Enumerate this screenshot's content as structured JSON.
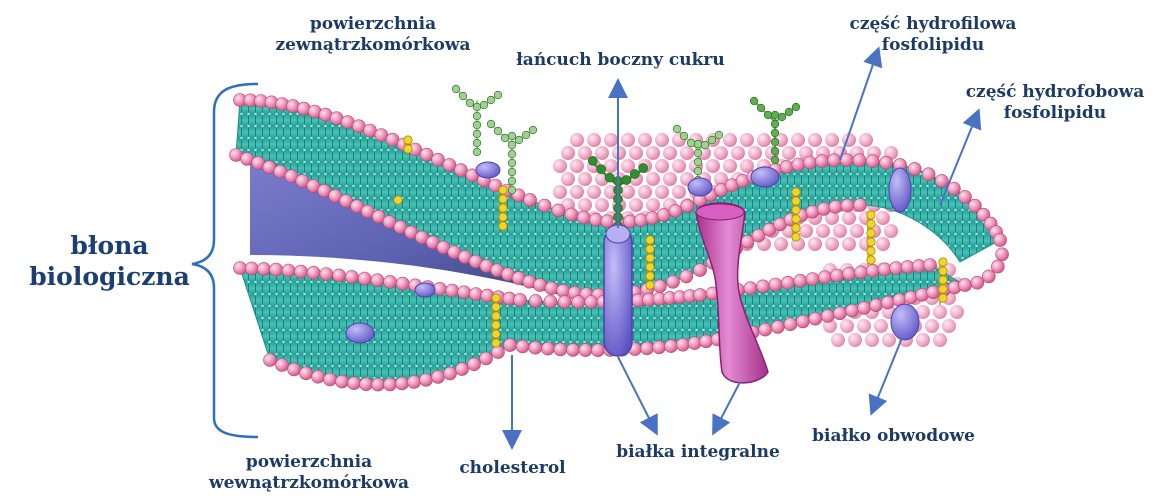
{
  "diagram": {
    "title": "",
    "labels": {
      "membrane": [
        "błona",
        "biologiczna"
      ],
      "outer_surface": [
        "powierzchnia",
        "zewnątrzkomórkowa"
      ],
      "sugar_chain": "łańcuch boczny cukru",
      "hydrophilic": [
        "część hydrofilowa",
        "fosfolipidu"
      ],
      "hydrophobic": [
        "część hydrofobowa",
        "fosfolipidu"
      ],
      "inner_surface": [
        "powierzchnia",
        "wewnątrzkomórkowa"
      ],
      "cholesterol": "cholesterol",
      "integral_proteins": "białka integralne",
      "peripheral_protein": "białko obwodowe"
    },
    "colors": {
      "label_text": "#1c3a66",
      "arrow": "#4a72c4",
      "bracket": "#2e6fbf",
      "phospholipid_head": "#ec8fb6",
      "phospholipid_tail": "#35b7ad",
      "integral_protein": "#7a70d8",
      "channel_protein": "#cc4fb0",
      "cholesterol": "#f0d21e",
      "glycan": "#3e9d3e"
    }
  }
}
